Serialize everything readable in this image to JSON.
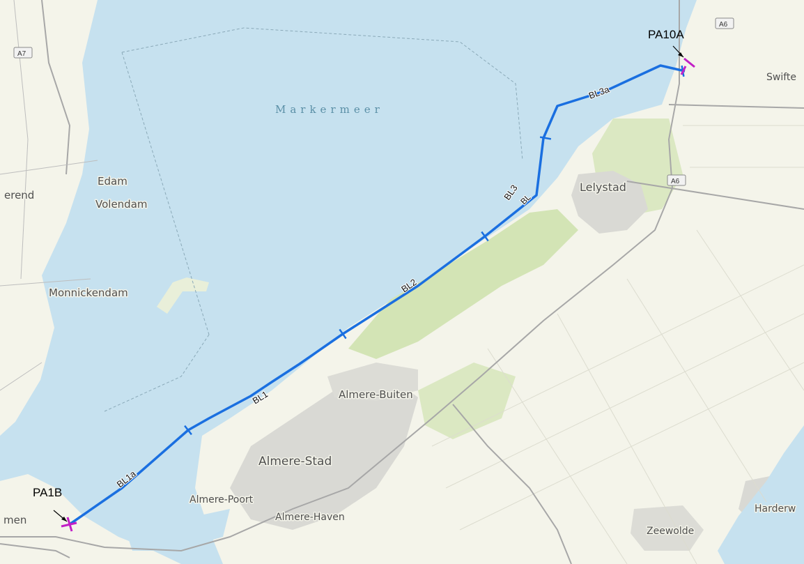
{
  "water_body": "Markermeer",
  "places": {
    "edam": "Edam",
    "volendam": "Volendam",
    "erend": "erend",
    "monnickendam": "Monnickendam",
    "lelystad": "Lelystad",
    "swifterbant": "Swifte",
    "almere_buiten": "Almere-Buiten",
    "almere_stad": "Almere-Stad",
    "almere_poort": "Almere-Poort",
    "almere_haven": "Almere-Haven",
    "zeewolde": "Zeewolde",
    "harderwijk": "Harderw",
    "men": "men"
  },
  "road_shields": {
    "a7": "A7",
    "a6_north": "A6",
    "a6_lelystad": "A6"
  },
  "route": {
    "color": "#1a6fe0",
    "endpoint_color": "#c21fc6",
    "segments": {
      "bl1a": "BL1a",
      "bl1": "BL1",
      "bl2": "BL2",
      "bl3": "BL3",
      "bl": "BL",
      "bl3a": "BL3a"
    },
    "endpoints": {
      "start": "PA1B",
      "end": "PA10A"
    }
  },
  "colors": {
    "water": "#c6e1ef",
    "land": "#f4f4ea",
    "urban": "#d9d9d4",
    "green": "#d3e4b5",
    "road": "#a7a7a7"
  }
}
